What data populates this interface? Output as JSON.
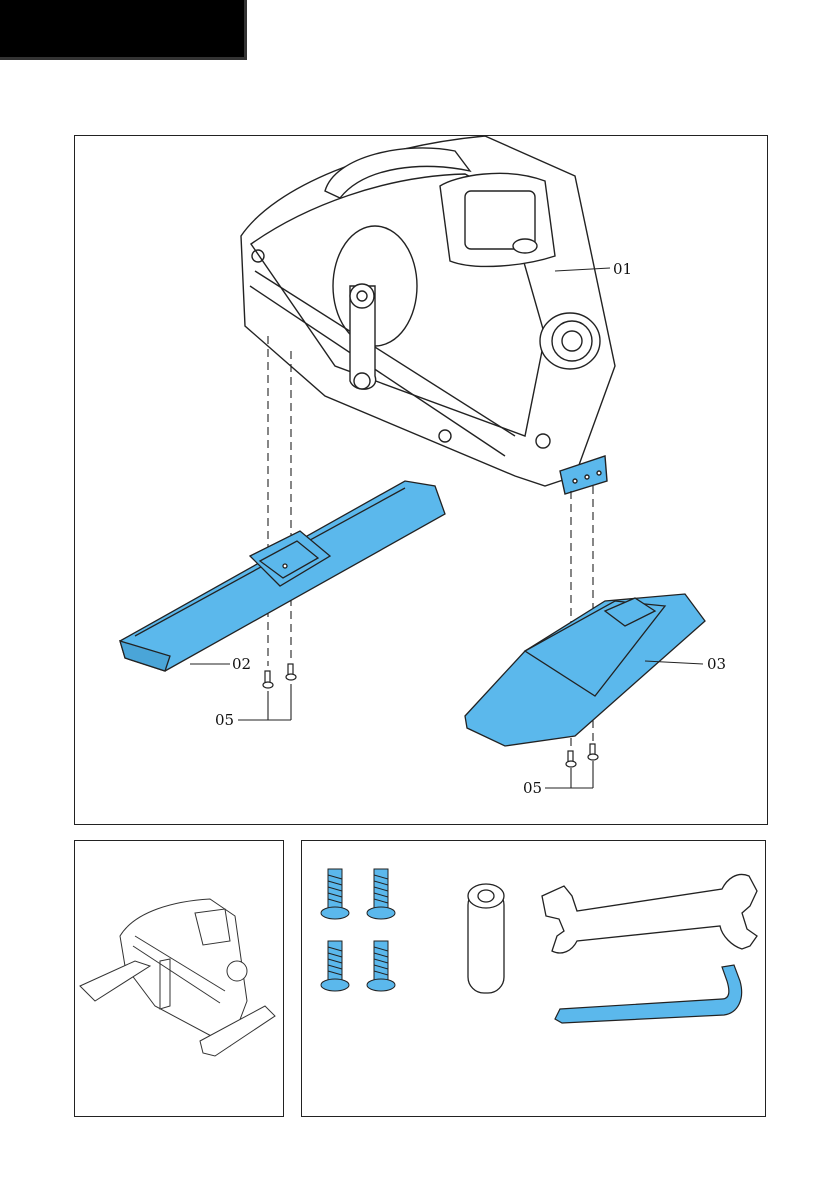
{
  "colors": {
    "part_highlight": "#5BB8EC",
    "outline": "#222222",
    "header_block": "#000000"
  },
  "callouts": {
    "main_unit": "01",
    "front_stabilizer": "02",
    "rear_stabilizer": "03",
    "screws_left": "05",
    "screws_right": "05"
  },
  "hardware_icons": [
    "bolt-icon",
    "bolt-icon",
    "bolt-icon",
    "bolt-icon",
    "battery-icon",
    "open-wrench-icon",
    "allen-key-icon"
  ]
}
